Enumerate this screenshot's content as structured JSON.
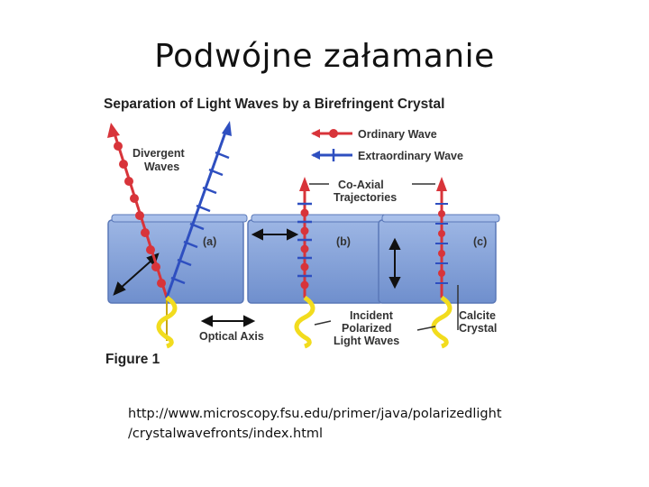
{
  "slide": {
    "title": "Podwójne załamanie"
  },
  "figure": {
    "heading": "Separation of Light Waves by a Birefringent Crystal",
    "legend": {
      "ordinary": "Ordinary Wave",
      "extraordinary": "Extraordinary Wave"
    },
    "labels": {
      "divergent_line1": "Divergent",
      "divergent_line2": "Waves",
      "coaxial_line1": "Co-Axial",
      "coaxial_line2": "Trajectories",
      "panel_a": "(a)",
      "panel_b": "(b)",
      "panel_c": "(c)",
      "optical_axis": "Optical Axis",
      "incident_line1": "Incident",
      "incident_line2": "Polarized",
      "incident_line3": "Light Waves",
      "calcite_line1": "Calcite",
      "calcite_line2": "Crystal"
    },
    "caption": "Figure 1",
    "colors": {
      "crystal": "#7f9fd6",
      "crystal_edge": "#5a78b8",
      "ordinary_wave": "#d8343a",
      "extraordinary_wave": "#2e4fc0",
      "incident_wave": "#f2dc1e"
    }
  },
  "source": {
    "line1": "http://www.microscopy.fsu.edu/primer/java/polarizedlight",
    "line2": "/crystalwavefronts/index.html"
  }
}
